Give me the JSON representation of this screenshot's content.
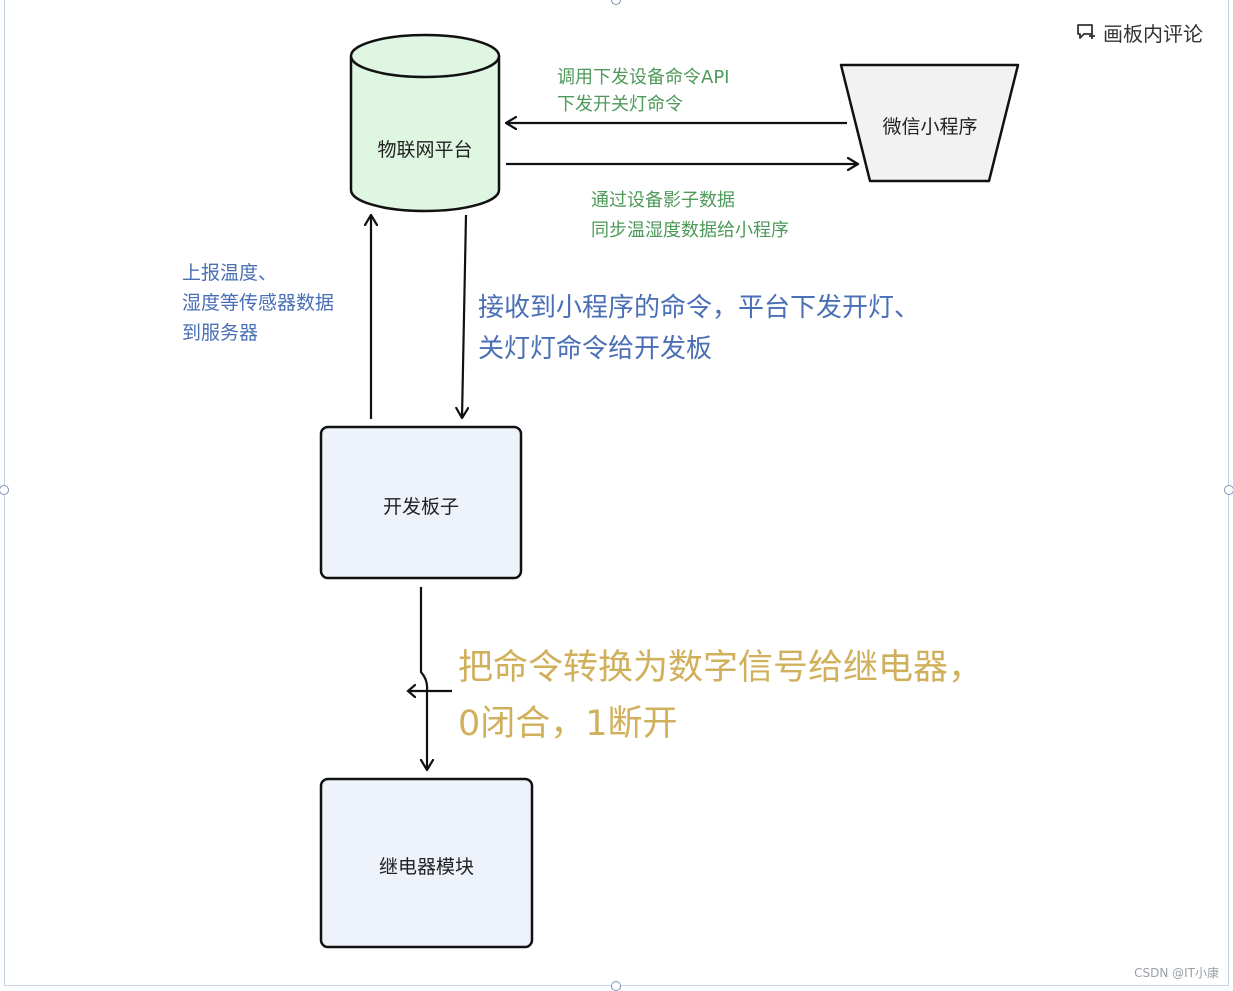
{
  "toolbar": {
    "comment_label": "画板内评论",
    "comment_icon": "comment-add-icon"
  },
  "nodes": {
    "iot_platform": "物联网平台",
    "mini_program": "微信小程序",
    "dev_board": "开发板子",
    "relay_module": "继电器模块"
  },
  "edges": {
    "mini_to_platform": [
      "调用下发设备命令API",
      "下发开关灯命令"
    ],
    "platform_to_mini": [
      "通过设备影子数据",
      "同步温湿度数据给小程序"
    ],
    "board_to_platform": [
      "上报温度、",
      "湿度等传感器数据",
      "到服务器"
    ],
    "platform_to_board": [
      "接收到小程序的命令，平台下发开灯、",
      "关灯灯命令给开发板"
    ],
    "board_to_relay": [
      "把命令转换为数字信号给继电器，",
      "0闭合，1断开"
    ]
  },
  "colors": {
    "database_fill": "#dff6e3",
    "mini_program_fill": "#f2f2f2",
    "box_fill": "#eef2fb",
    "green_text": "#4e9a5a",
    "blue_text": "#4a6fb5",
    "gold_text": "#d1b05c"
  },
  "watermark": "CSDN @IT小康"
}
